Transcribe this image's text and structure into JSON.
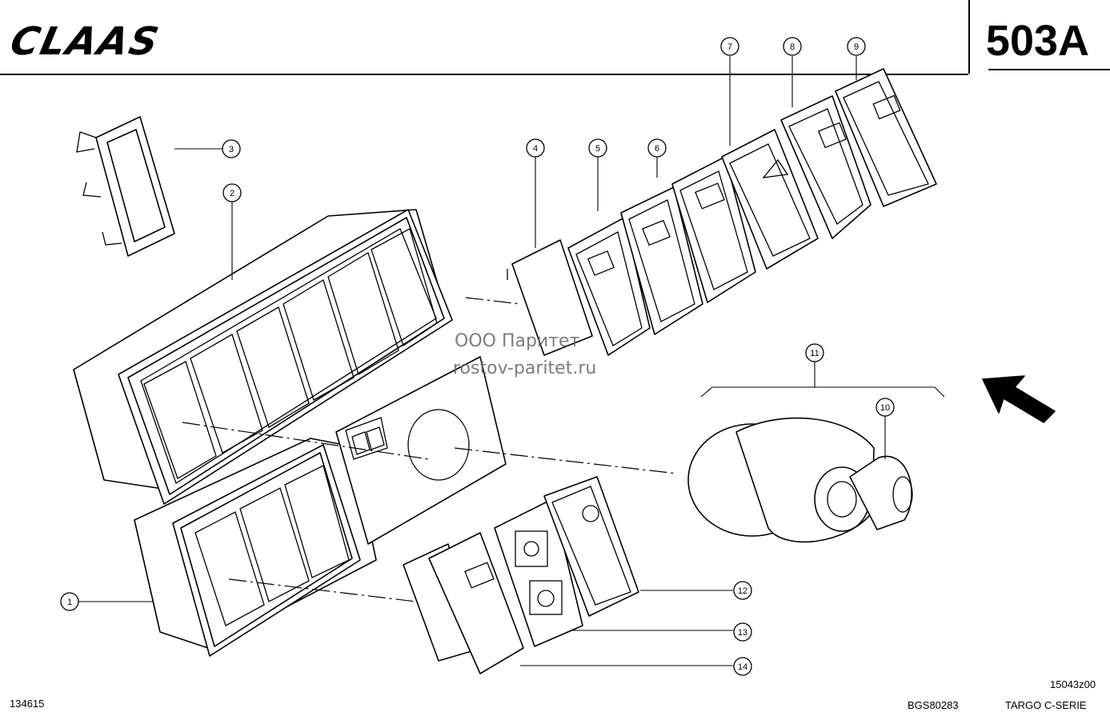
{
  "header": {
    "brand": "CLAAS",
    "page_number": "503A"
  },
  "watermark": {
    "company": "ООО Паритет",
    "website": "rostov-paritet.ru"
  },
  "callouts": [
    "1",
    "2",
    "3",
    "4",
    "5",
    "6",
    "7",
    "8",
    "9",
    "10",
    "11",
    "12",
    "13",
    "14"
  ],
  "footer": {
    "left_code": "134615",
    "drawing_code": "15043z00",
    "document_code": "BGS80283",
    "series": "TARGO C-SERIE"
  },
  "icons": [
    "headlight-icon",
    "work-light-icon",
    "beam-light-icon",
    "hazard-triangle-icon",
    "interior-light-icon",
    "dome-light-icon",
    "book-icon",
    "fan-icon",
    "steering-icon",
    "warning-icon",
    "cab-light-icon",
    "ignition-key-icon",
    "direction-arrow-icon"
  ]
}
